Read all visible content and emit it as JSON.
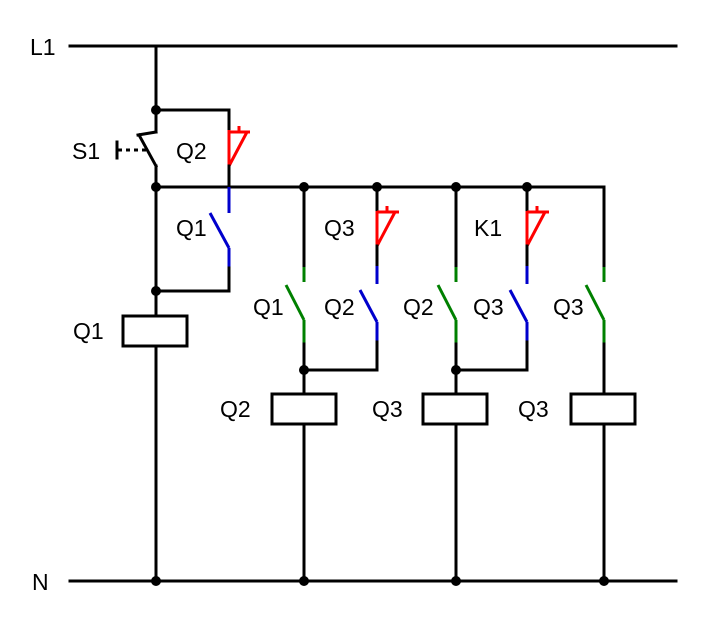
{
  "colors": {
    "wire": "#000000",
    "nc_contact": "#ff0000",
    "no_contact_q1": "#0000cc",
    "no_contact_q2": "#008000"
  },
  "rails": {
    "top": "L1",
    "bottom": "N"
  },
  "labels": {
    "s1": "S1",
    "q2_stop": "Q2",
    "q1_hold": "Q1",
    "q3_nc": "Q3",
    "k1_nc": "K1",
    "q1_no": "Q1",
    "q2_no_a": "Q2",
    "q2_no_b": "Q2",
    "q3_no_a": "Q3",
    "q3_no_b": "Q3",
    "coil_q1": "Q1",
    "coil_q2": "Q2",
    "coil_q3_a": "Q3",
    "coil_q3_b": "Q3"
  }
}
